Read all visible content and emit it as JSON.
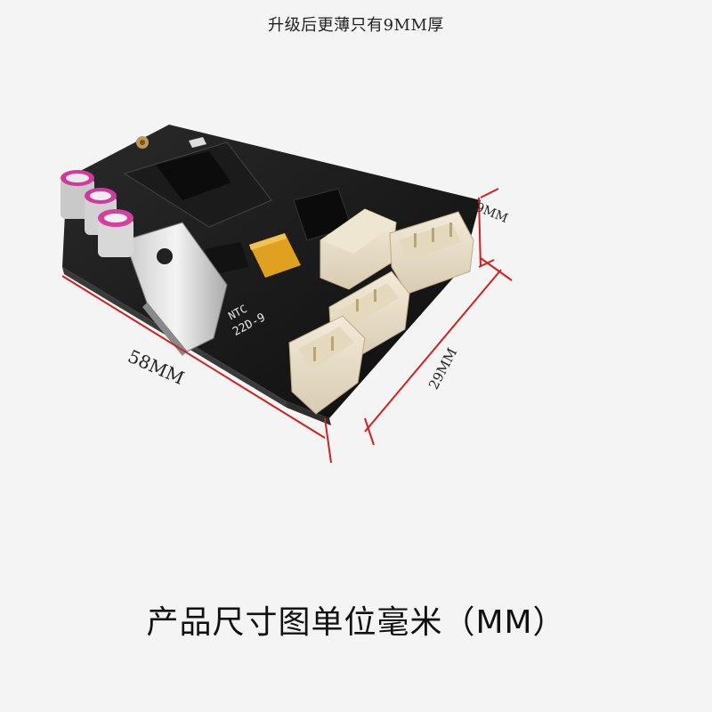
{
  "header": {
    "caption": "升级后更薄只有9MM厚"
  },
  "dimensions": {
    "length": "58MM",
    "width": "29MM",
    "thickness": "9MM"
  },
  "board": {
    "silk_ntc": "NTC",
    "silk_part": "22D-9"
  },
  "footer": {
    "caption": "产品尺寸图单位毫米（MM）"
  }
}
